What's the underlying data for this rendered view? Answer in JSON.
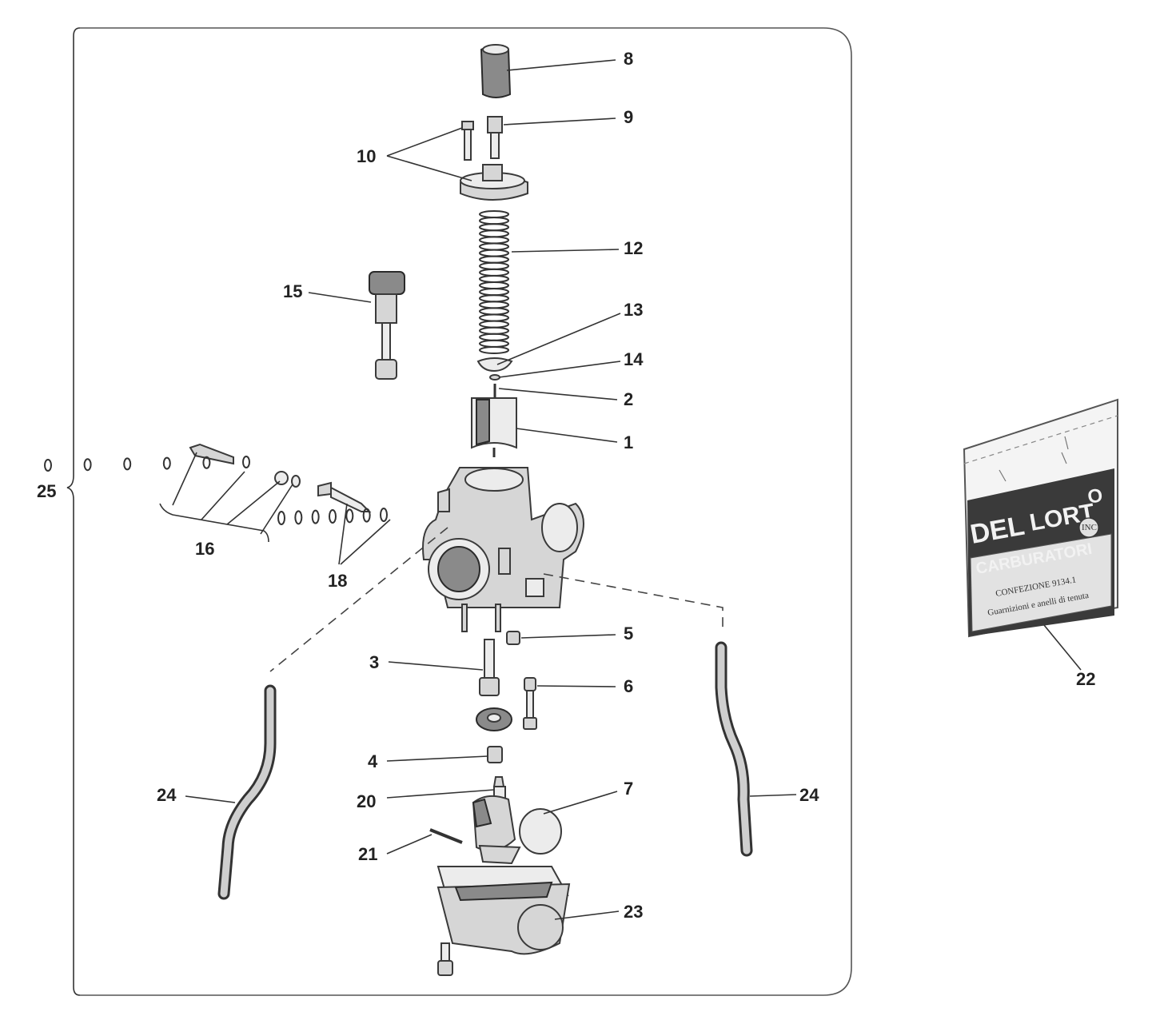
{
  "callouts": {
    "c1": "1",
    "c2": "2",
    "c3": "3",
    "c4": "4",
    "c5": "5",
    "c6": "6",
    "c7": "7",
    "c8": "8",
    "c9": "9",
    "c10": "10",
    "c12": "12",
    "c13": "13",
    "c14": "14",
    "c15": "15",
    "c16": "16",
    "c18": "18",
    "c20": "20",
    "c21": "21",
    "c22": "22",
    "c23": "23",
    "c24_left": "24",
    "c24_right": "24",
    "c25": "25"
  },
  "kit_bag": {
    "brand_part1": "DEL",
    "brand_part2": "LORT",
    "brand_part3": "O",
    "brand_badge": "INC",
    "line1": "CARBURATORI",
    "line2": "CONFEZIONE  9134.1",
    "line3": "Guarnizioni e anelli di tenuta"
  },
  "colors": {
    "ink": "#222222",
    "part_fill": "#d6d6d6",
    "bag_label_bg": "#3a3a3a"
  }
}
